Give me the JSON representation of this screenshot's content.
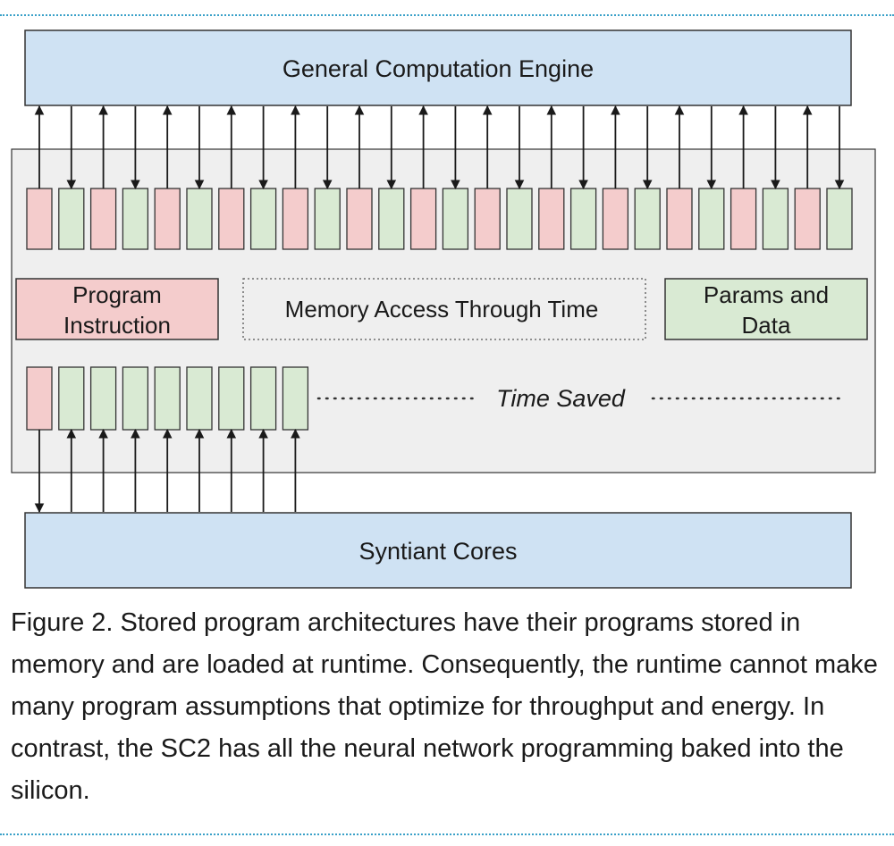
{
  "diagram": {
    "top_block": "General Computation Engine",
    "bottom_block": "Syntiant Cores",
    "legend_program": [
      "Program",
      "Instruction"
    ],
    "legend_middle": "Memory Access Through Time",
    "legend_params": [
      "Params and",
      "Data"
    ],
    "time_saved": "Time Saved",
    "top_sequence": [
      "P",
      "D",
      "P",
      "D",
      "P",
      "D",
      "P",
      "D",
      "P",
      "D",
      "P",
      "D",
      "P",
      "D",
      "P",
      "D",
      "P",
      "D",
      "P",
      "D",
      "P",
      "D",
      "P",
      "D",
      "P",
      "D"
    ],
    "bottom_sequence": [
      "P",
      "D",
      "D",
      "D",
      "D",
      "D",
      "D",
      "D",
      "D"
    ],
    "colors": {
      "compute_block": "#cfe2f3",
      "program_cell": "#f4cccc",
      "data_cell": "#d9ead3",
      "memory_panel": "#efefef",
      "stroke": "#1a1a1a"
    }
  },
  "caption": "Figure 2. Stored program architectures have their programs stored in memory and are loaded at runtime. Consequently, the runtime cannot make many program assumptions that optimize for throughput and energy. In contrast, the SC2 has all the neural network programming baked into the silicon."
}
